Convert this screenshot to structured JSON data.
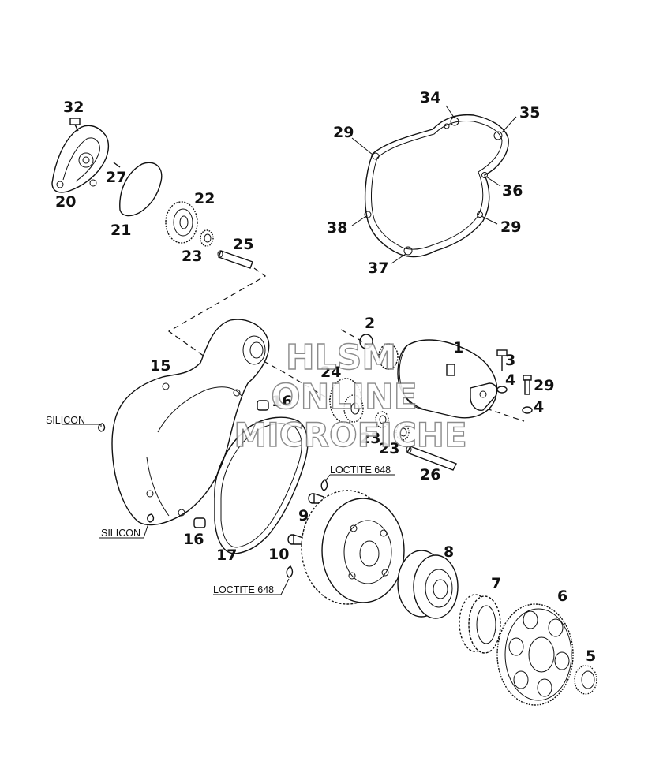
{
  "callouts": {
    "c1": "1",
    "c2": "2",
    "c3": "3",
    "c4a": "4",
    "c4b": "4",
    "c5": "5",
    "c6": "6",
    "c7": "7",
    "c8": "8",
    "c9": "9",
    "c10": "10",
    "c15": "15",
    "c16a": "16",
    "c16b": "16",
    "c17": "17",
    "c20": "20",
    "c21": "21",
    "c22": "22",
    "c23a": "23",
    "c23b": "23",
    "c23c": "23",
    "c24": "24",
    "c25": "25",
    "c26": "26",
    "c27": "27",
    "c29a": "29",
    "c29b": "29",
    "c29c": "29",
    "c32": "32",
    "c34": "34",
    "c35": "35",
    "c36": "36",
    "c37": "37",
    "c38": "38"
  },
  "notes": {
    "silicon_top": "SILICON",
    "silicon_bottom": "SILICON",
    "loctite_top": "LOCTITE 648",
    "loctite_bottom": "LOCTITE 648"
  },
  "watermark": {
    "line1": "HLSM",
    "line2": "ONLINE",
    "line3": "MICROFICHE"
  }
}
